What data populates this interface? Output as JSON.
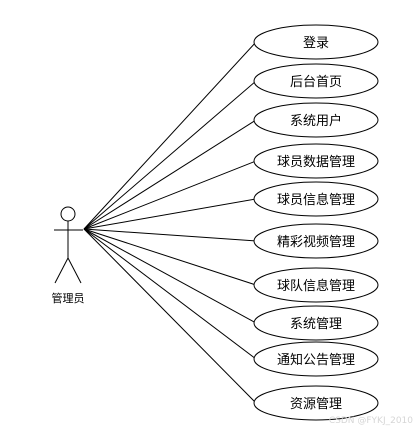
{
  "actor": {
    "label": "管理员"
  },
  "use_cases": [
    {
      "label": "登录"
    },
    {
      "label": "后台首页"
    },
    {
      "label": "系统用户"
    },
    {
      "label": "球员数据管理"
    },
    {
      "label": "球员信息管理"
    },
    {
      "label": "精彩视频管理"
    },
    {
      "label": "球队信息管理"
    },
    {
      "label": "系统管理"
    },
    {
      "label": "通知公告管理"
    },
    {
      "label": "资源管理"
    }
  ],
  "watermark": "CSDN @FYKJ_2010"
}
